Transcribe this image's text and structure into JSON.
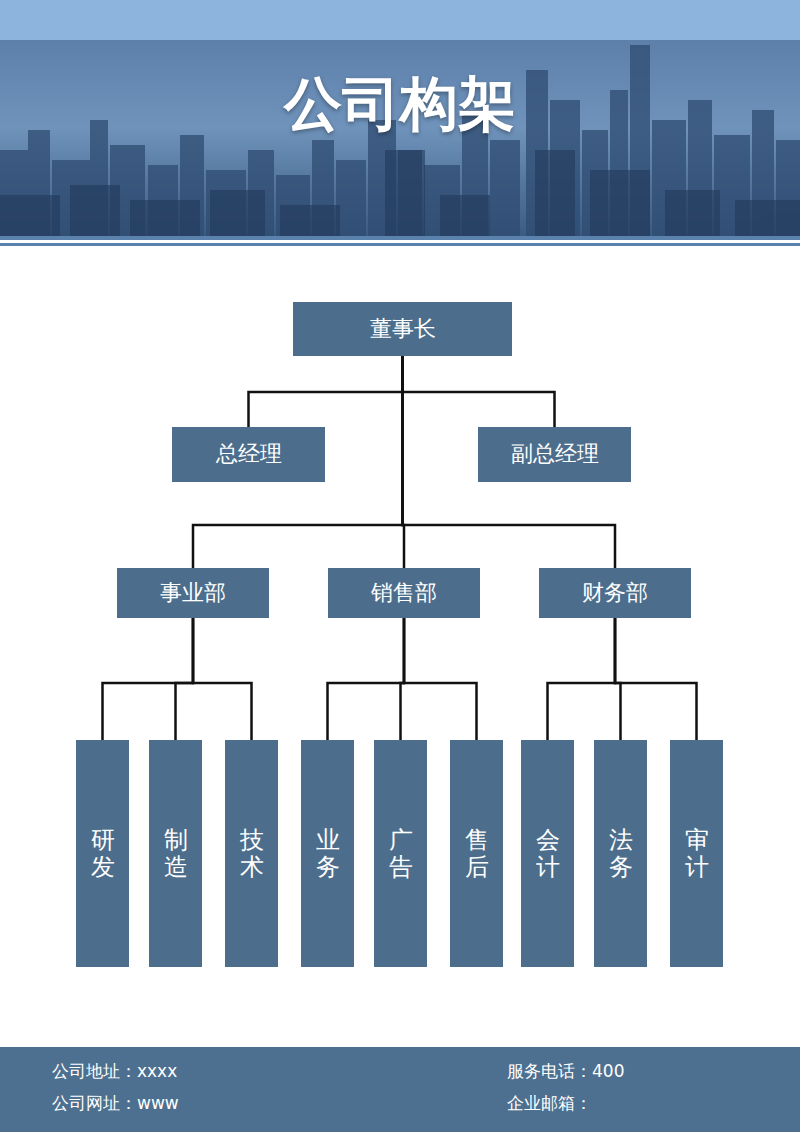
{
  "diagram": {
    "title": "公司构架",
    "nodes": [
      {
        "text": [
          "董事长"
        ]
      },
      {
        "text": [
          "总经理"
        ]
      },
      {
        "text": [
          "副总经理"
        ]
      },
      {
        "text": [
          "事业部"
        ]
      },
      {
        "text": [
          "销售部"
        ]
      },
      {
        "text": [
          "财务部"
        ]
      },
      {
        "text": [
          "研发"
        ]
      },
      {
        "text": [
          "制造"
        ]
      },
      {
        "text": [
          "技术"
        ]
      },
      {
        "text": [
          "业务"
        ]
      },
      {
        "text": [
          "广告"
        ]
      },
      {
        "text": [
          "售后"
        ]
      },
      {
        "text": [
          "会计"
        ]
      },
      {
        "text": [
          "法务"
        ]
      },
      {
        "text": [
          "审计"
        ]
      }
    ],
    "edges": [
      {
        "from": 0,
        "to": 1,
        "arrow": "none"
      },
      {
        "from": 0,
        "to": 2,
        "arrow": "none"
      },
      {
        "from": 0,
        "to": 3,
        "arrow": "none"
      },
      {
        "from": 0,
        "to": 4,
        "arrow": "none"
      },
      {
        "from": 0,
        "to": 5,
        "arrow": "none"
      },
      {
        "from": 3,
        "to": 6,
        "arrow": "none"
      },
      {
        "from": 3,
        "to": 7,
        "arrow": "none"
      },
      {
        "from": 3,
        "to": 8,
        "arrow": "none"
      },
      {
        "from": 4,
        "to": 9,
        "arrow": "none"
      },
      {
        "from": 4,
        "to": 10,
        "arrow": "none"
      },
      {
        "from": 4,
        "to": 11,
        "arrow": "none"
      },
      {
        "from": 5,
        "to": 12,
        "arrow": "none"
      },
      {
        "from": 5,
        "to": 13,
        "arrow": "none"
      },
      {
        "from": 5,
        "to": 14,
        "arrow": "none"
      }
    ],
    "labels": [
      "公司地址：xxxx",
      "公司网址：www",
      "服务电话：400",
      "企业邮箱："
    ]
  }
}
